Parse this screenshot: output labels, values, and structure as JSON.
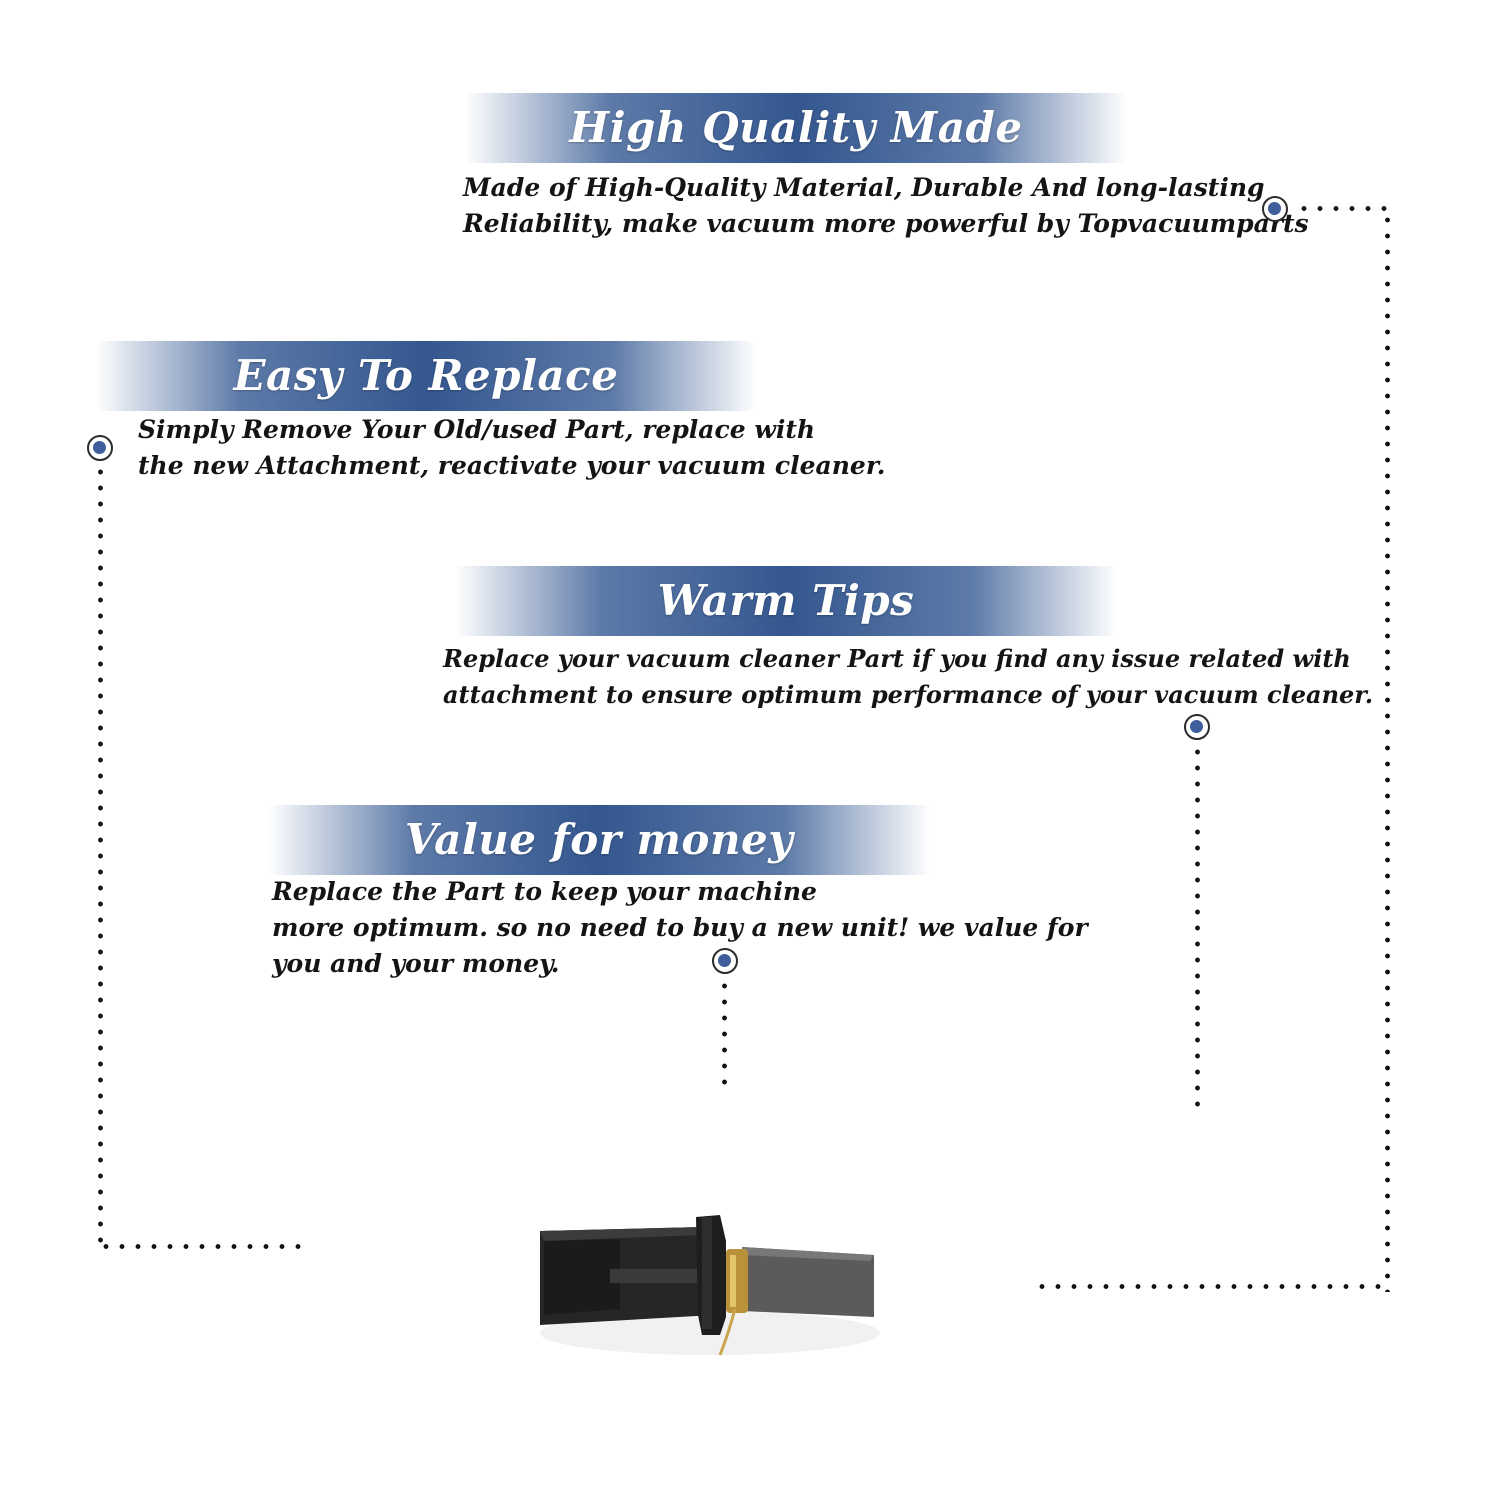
{
  "sections": [
    {
      "title": "High Quality Made",
      "lines": [
        "Made of  High-Quality Material, Durable And long-lasting",
        "Reliability, make vacuum more powerful by Topvacuumparts"
      ]
    },
    {
      "title": "Easy To Replace",
      "lines": [
        "Simply Remove Your Old/used Part, replace with",
        "the new Attachment, reactivate your vacuum cleaner."
      ]
    },
    {
      "title": "Warm Tips",
      "lines": [
        "Replace your vacuum cleaner Part if you find any issue related with",
        " attachment to ensure optimum performance of your vacuum cleaner."
      ]
    },
    {
      "title": "Value for money",
      "lines": [
        "Replace the Part to keep your machine",
        "more optimum. so no need to buy a new unit! we value for",
        "you and your money."
      ]
    }
  ],
  "colors": {
    "banner_dark": "#34578f",
    "banner_light": "#5d7aa8",
    "marker_fill": "#3e5f9c",
    "text": "#141414"
  },
  "product": {
    "icon": "carbon-brush-holder-icon"
  }
}
